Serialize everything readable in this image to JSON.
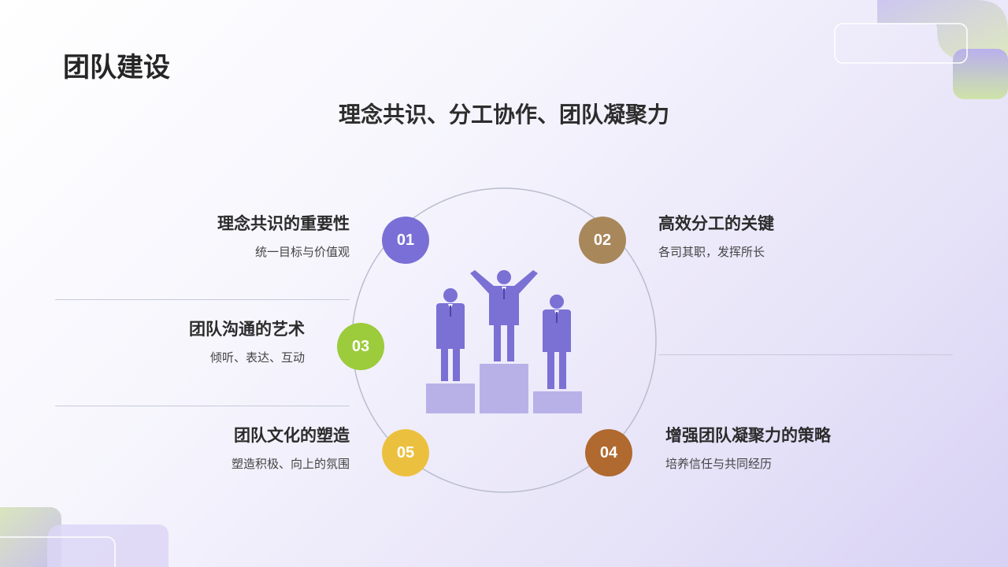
{
  "slide": {
    "title": "团队建设",
    "subtitle": "理念共识、分工协作、团队凝聚力"
  },
  "items": [
    {
      "number": "01",
      "title": "理念共识的重要性",
      "desc": "统一目标与价值观",
      "color": "#7a6fd6"
    },
    {
      "number": "02",
      "title": "高效分工的关键",
      "desc": "各司其职，发挥所长",
      "color": "#a8875a"
    },
    {
      "number": "03",
      "title": "团队沟通的艺术",
      "desc": "倾听、表达、互动",
      "color": "#9ccb3c"
    },
    {
      "number": "04",
      "title": "增强团队凝聚力的策略",
      "desc": "培养信任与共同经历",
      "color": "#b0692e"
    },
    {
      "number": "05",
      "title": "团队文化的塑造",
      "desc": "塑造积极、向上的氛围",
      "color": "#ecc03f"
    }
  ],
  "illustration": {
    "icon": "podium-winners-icon",
    "figure_color": "#7b70d4",
    "podium_color": "#b8b1e8"
  }
}
